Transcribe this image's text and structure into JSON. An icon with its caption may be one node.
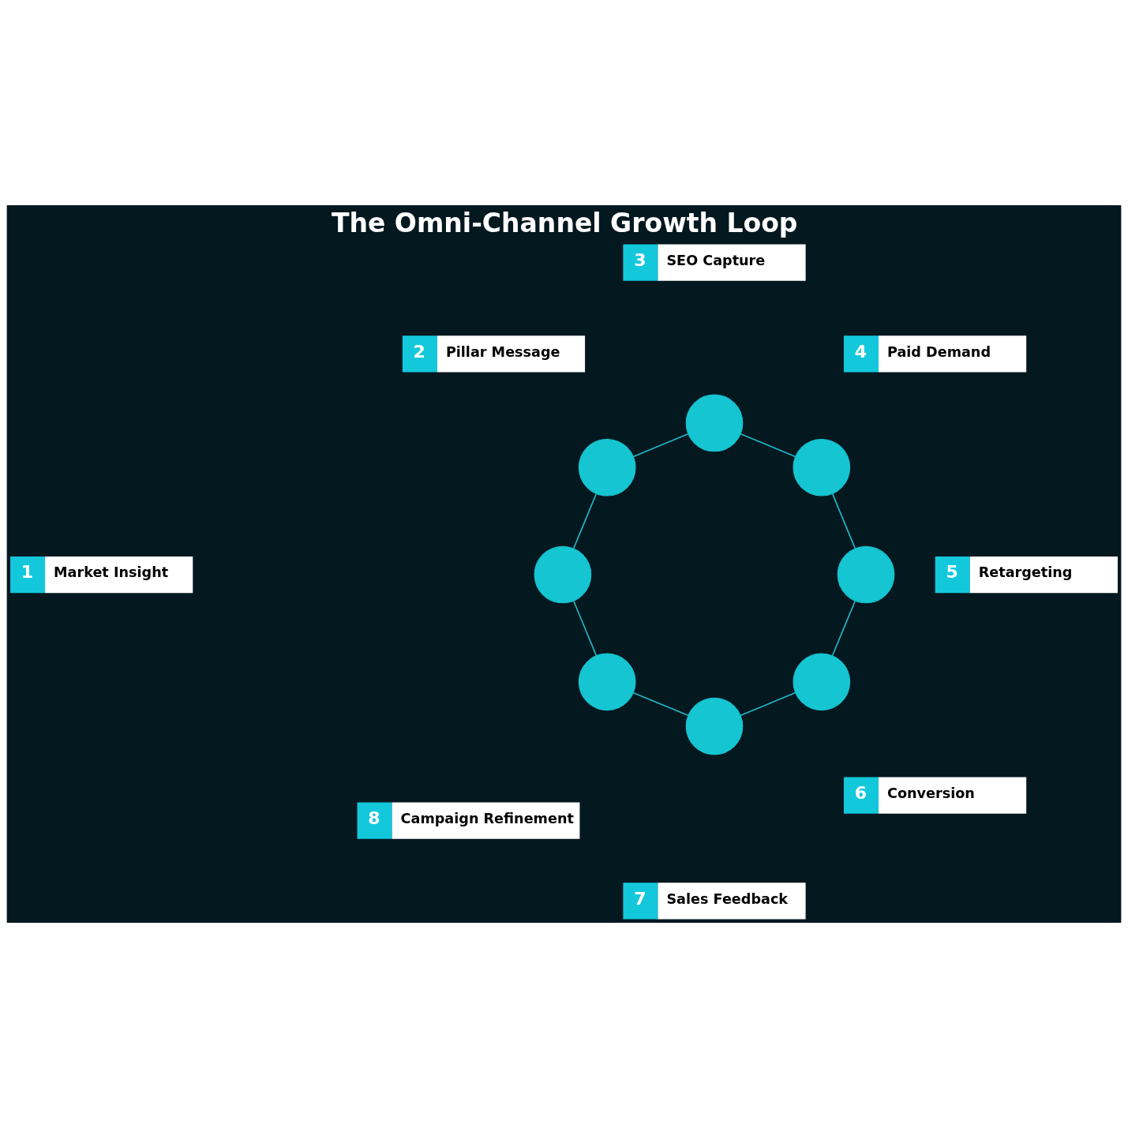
{
  "diagram": {
    "title": "The Omni-Channel Growth Loop",
    "nodes": [
      {
        "text": [
          "1",
          "Market Insight"
        ]
      },
      {
        "text": [
          "2",
          "Pillar Message"
        ]
      },
      {
        "text": [
          "3",
          "SEO Capture"
        ]
      },
      {
        "text": [
          "4",
          "Paid Demand"
        ]
      },
      {
        "text": [
          "5",
          "Retargeting"
        ]
      },
      {
        "text": [
          "6",
          "Conversion"
        ]
      },
      {
        "text": [
          "7",
          "Sales Feedback"
        ]
      },
      {
        "text": [
          "8",
          "Campaign Refinement"
        ]
      },
      {
        "text": [],
        "shape": "circle"
      },
      {
        "text": [],
        "shape": "circle"
      },
      {
        "text": [],
        "shape": "circle"
      },
      {
        "text": [],
        "shape": "circle"
      },
      {
        "text": [],
        "shape": "circle"
      },
      {
        "text": [],
        "shape": "circle"
      },
      {
        "text": [],
        "shape": "circle"
      },
      {
        "text": [],
        "shape": "circle"
      }
    ],
    "edges": [
      {
        "from": 8,
        "to": 9,
        "arrow": "none"
      },
      {
        "from": 9,
        "to": 10,
        "arrow": "none"
      },
      {
        "from": 10,
        "to": 11,
        "arrow": "none"
      },
      {
        "from": 11,
        "to": 12,
        "arrow": "none"
      },
      {
        "from": 12,
        "to": 13,
        "arrow": "none"
      },
      {
        "from": 13,
        "to": 14,
        "arrow": "none"
      },
      {
        "from": 14,
        "to": 15,
        "arrow": "none"
      },
      {
        "from": 15,
        "to": 8,
        "arrow": "none"
      }
    ]
  }
}
